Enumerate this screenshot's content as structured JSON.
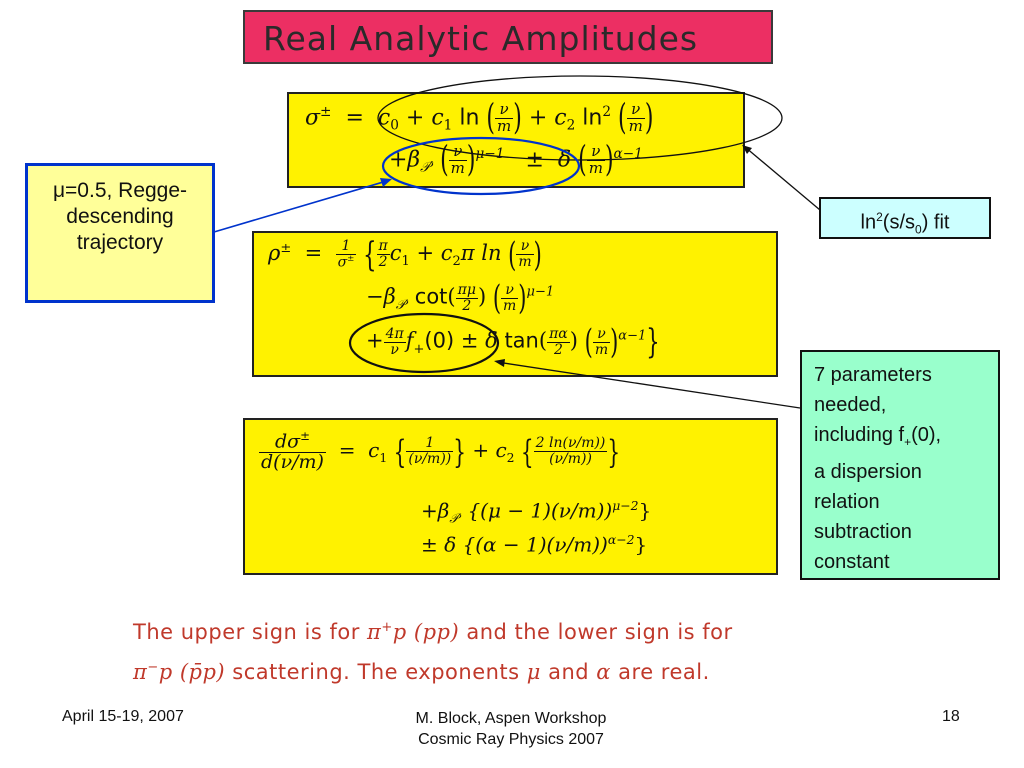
{
  "title": "Real Analytic Amplitudes",
  "equations": {
    "sigma": {
      "line1_lhs": "σ",
      "line1_sup": "±",
      "line1_eq": "=",
      "c0": "c",
      "c0_sub": "0",
      "plus1": "+",
      "c1": "c",
      "c1_sub": "1",
      "ln": "ln",
      "nu": "ν",
      "m": "m",
      "plus2": "+",
      "c2": "c",
      "c2_sub": "2",
      "ln2": "ln",
      "ln2_sup": "2",
      "line2_plus": "+β",
      "line2_sub": "𝒫′",
      "exp_mu": "μ−1",
      "pm": "±",
      "delta": "δ",
      "exp_alpha": "α−1"
    },
    "rho": {
      "lhs": "ρ",
      "lhs_sup": "±",
      "eq": "=",
      "one": "1",
      "sig_den": "σ",
      "sig_den_sup": "±",
      "pi": "π",
      "two": "2",
      "c1": "c",
      "c1_sub": "1",
      "plus_c2pi": "+ c",
      "c2_sub": "2",
      "pi_ln": "π ln",
      "line2_minus": "−β",
      "line2_sub": "𝒫′",
      "cot": "cot",
      "pimu": "πμ",
      "exp_mu": "μ−1",
      "line3_plus": "+",
      "four_pi": "4π",
      "nu": "ν",
      "f": "f",
      "f_sub": "+",
      "zero": "(0)",
      "pm": "± δ",
      "tan": "tan",
      "pialpha": "πα",
      "exp_alpha": "α−1",
      "m": "m"
    },
    "dsigma": {
      "num": "dσ",
      "num_sup": "±",
      "den": "d(ν/m)",
      "eq": "=",
      "c1": "c",
      "c1_sub": "1",
      "f1_num": "1",
      "f1_den": "(ν/m))",
      "plus_c2": "+ c",
      "c2_sub": "2",
      "f2_num": "2 ln(ν/m))",
      "f2_den": "(ν/m))",
      "line2": "+β",
      "line2_sub": "𝒫′",
      "line2_body": "{(μ − 1)(ν/m))",
      "line2_exp": "μ−2",
      "line2_close": "}",
      "line3": "± δ {(α − 1)(ν/m))",
      "line3_exp": "α−2",
      "line3_close": "}"
    }
  },
  "callouts": {
    "left": {
      "line1": "μ=0.5, Regge-",
      "line2": "descending",
      "line3": "trajectory"
    },
    "right_top": {
      "pre": "ln",
      "sup": "2",
      "mid": "(s/s",
      "sub": "0",
      "post": ") fit"
    },
    "right_bottom": {
      "line1": "7 parameters",
      "line2": "needed,",
      "line3_pre": "including f",
      "line3_sub": "+",
      "line3_post": "(0),",
      "line4": "a dispersion",
      "line5": "relation",
      "line6": "subtraction",
      "line7": "constant"
    }
  },
  "bottom_text": {
    "line1_a": "The upper sign is for ",
    "line1_pi": "π",
    "line1_sup": "+",
    "line1_p": "p",
    "line1_pp": " (pp)",
    "line1_b": " and the lower sign is for",
    "line2_pi": "π",
    "line2_sup": "−",
    "line2_p": "p",
    "line2_pbar": " (p̄p)",
    "line2_b": " scattering.  The exponents ",
    "line2_mu": "μ",
    "line2_and": " and ",
    "line2_alpha": "α",
    "line2_c": " are real."
  },
  "footer": {
    "date": "April 15-19, 2007",
    "author_line1": "M. Block, Aspen Workshop",
    "author_line2": "Cosmic Ray Physics 2007",
    "page": "18"
  },
  "colors": {
    "title_bg": "#ec2f63",
    "eq_bg": "#fff200",
    "blue_callout_border": "#0033cc",
    "blue_callout_bg": "#ffff99",
    "cyan_callout_bg": "#ccffff",
    "green_callout_bg": "#99ffcc",
    "bottom_text": "#c0392b"
  }
}
